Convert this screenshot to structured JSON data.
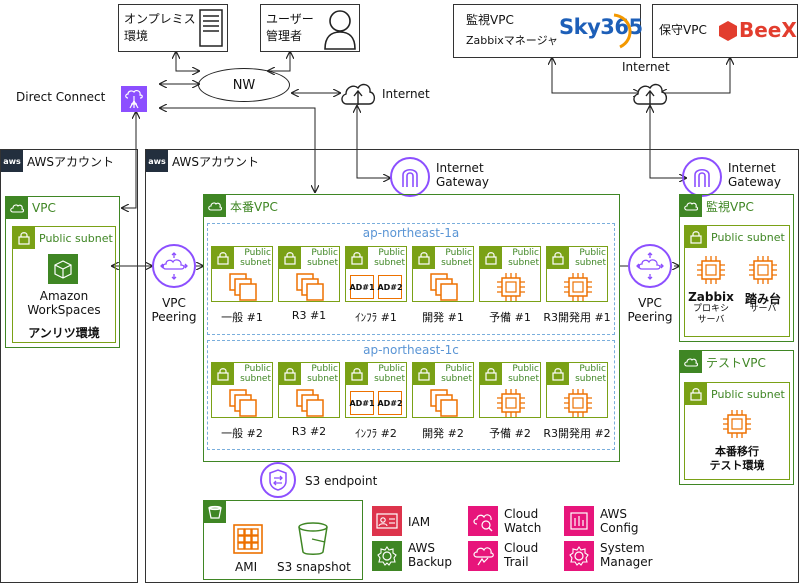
{
  "top": {
    "onprem": "オンプレミス\n環境",
    "user_admin": "ユーザー\n管理者",
    "nw": "NW",
    "internet_left": "Internet",
    "direct_connect": "Direct Connect",
    "monitor_vpc_title": "監視VPC",
    "monitor_vpc_sub": "Zabbixマネージャ",
    "sky365_logo": "Sky365",
    "maint_vpc_title": "保守VPC",
    "beex_logo": "BeeX",
    "internet_right": "Internet"
  },
  "left_account": {
    "title": "AWSアカウント",
    "vpc": "VPC",
    "public_subnet": "Public subnet",
    "workspaces": "Amazon\nWorkSpaces",
    "env": "アンリツ環境"
  },
  "peering_left": "VPC\nPeering",
  "peering_right": "VPC\nPeering",
  "main_account": {
    "title": "AWSアカウント",
    "igw_left": "Internet\nGateway",
    "igw_right": "Internet\nGateway",
    "prod_vpc": "本番VPC",
    "az1": "ap-northeast-1a",
    "az2": "ap-northeast-1c",
    "subnet_label": "Public\nsubnet",
    "az1_servers": [
      "一般 #1",
      "R3 #1",
      "ｲﾝﾌﾗ #1",
      "開発 #1",
      "予備 #1",
      "R3開発用 #1"
    ],
    "az2_servers": [
      "一般 #2",
      "R3 #2",
      "ｲﾝﾌﾗ #2",
      "開発 #2",
      "予備 #2",
      "R3開発用 #2"
    ],
    "ad1": "AD#1",
    "ad2": "AD#2",
    "s3_endpoint": "S3 endpoint",
    "ami": "AMI",
    "s3_snapshot": "S3 snapshot",
    "services": {
      "iam": "IAM",
      "backup": "AWS\nBackup",
      "cloudwatch": "Cloud\nWatch",
      "cloudtrail": "Cloud\nTrail",
      "config": "AWS\nConfig",
      "ssm": "System\nManager"
    }
  },
  "monitor_vpc": {
    "title": "監視VPC",
    "public_subnet": "Public subnet",
    "zabbix": "Zabbix",
    "zabbix_sub": "プロキシ\nサーバ",
    "bastion": "踏み台",
    "bastion_sub": "サーバ"
  },
  "test_vpc": {
    "title": "テストVPC",
    "public_subnet": "Public subnet",
    "env": "本番移行\nテスト環境"
  },
  "colors": {
    "vpc_green": "#3f8624",
    "subnet_green": "#7aa116",
    "compute_orange": "#ed7100",
    "network_purple": "#8c4fff",
    "s3_green": "#3f8624",
    "security_red": "#dd344c",
    "mgmt_pink": "#e7157b",
    "az_blue": "#5a95d5"
  }
}
